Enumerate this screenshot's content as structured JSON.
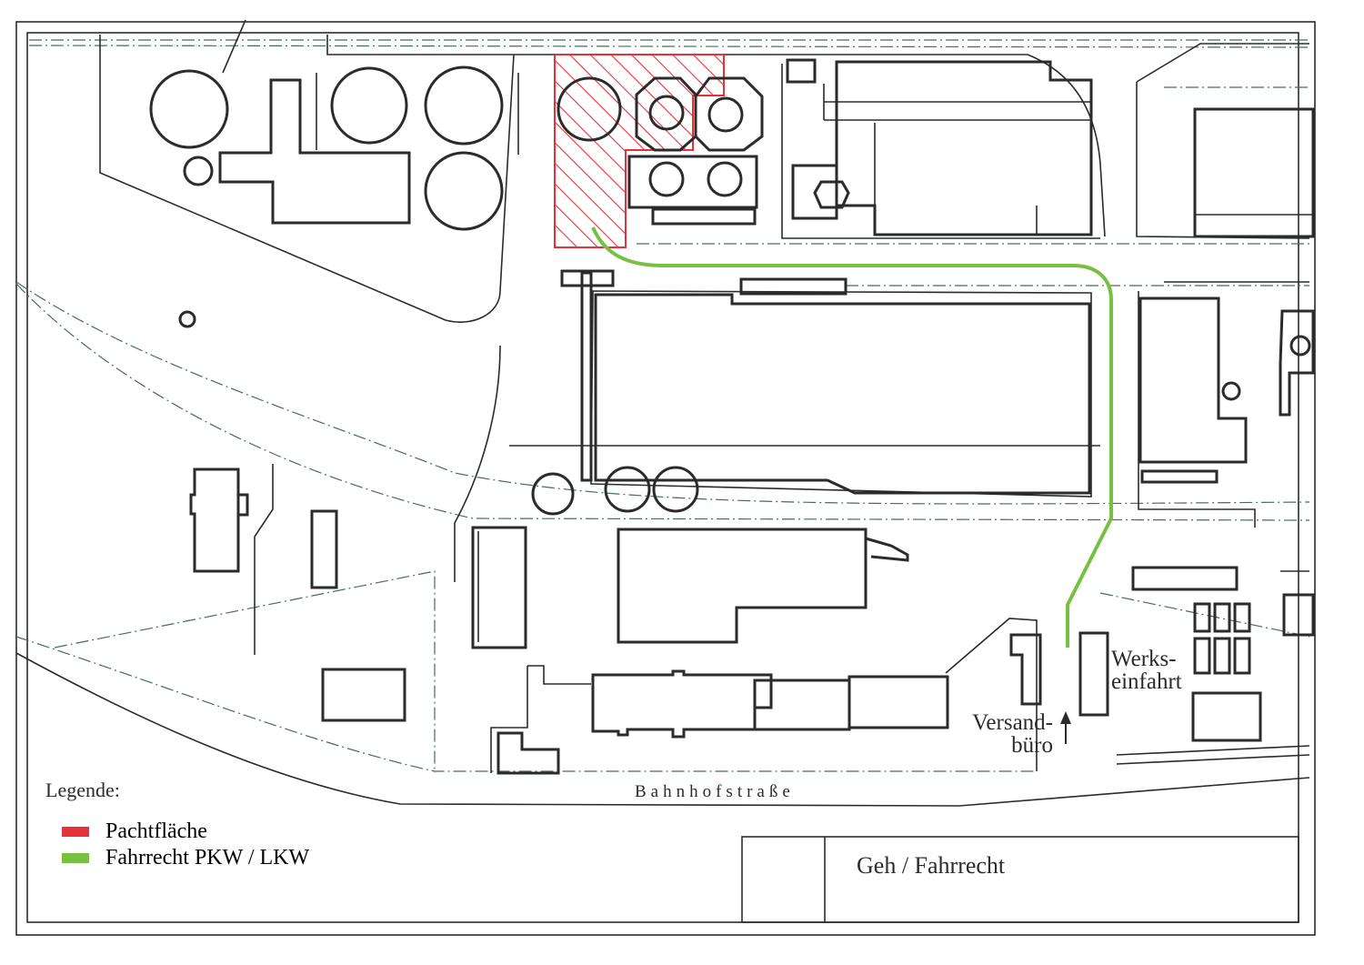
{
  "labels": {
    "street": "Bahnhofstraße",
    "werkseinfahrt_line1": "Werks-",
    "werkseinfahrt_line2": "einfahrt",
    "versandbuero_line1": "Versand-",
    "versandbuero_line2": "büro"
  },
  "legend": {
    "title": "Legende:",
    "items": [
      {
        "label": "Pachtfläche",
        "color": "#e8303a"
      },
      {
        "label": "Fahrrecht PKW / LKW",
        "color": "#77c043"
      }
    ]
  },
  "title_block": {
    "title": "Geh / Fahrrecht"
  },
  "colors": {
    "line": "#2b2b2b",
    "boundary": "#4a6b58",
    "lease": "#e8303a",
    "route": "#77c043"
  }
}
